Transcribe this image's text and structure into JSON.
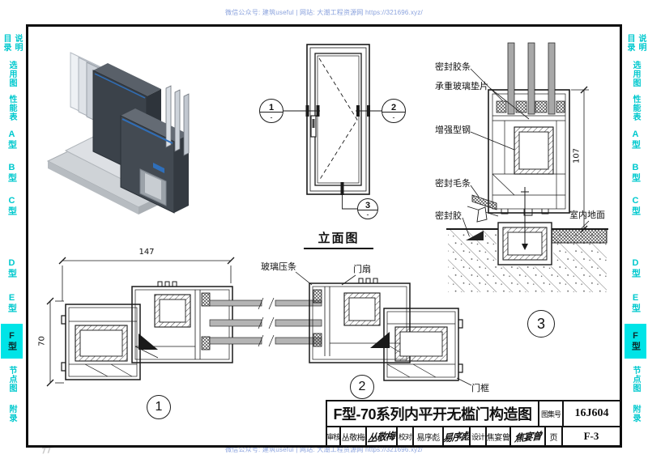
{
  "watermarks": {
    "top": "微信公众号: 建筑useful | 网站: 大潮工程资源网 https://321696.xyz/",
    "bottom": "微信公众号: 建筑useful | 网站: 大潮工程资源网 https://321696.xyz/"
  },
  "logo_mark": "#",
  "sidebar": {
    "items": [
      {
        "label": "目录",
        "active": false
      },
      {
        "label": "说明",
        "active": false
      },
      {
        "label": "选用图",
        "active": false
      },
      {
        "label": "性能表",
        "active": false
      },
      {
        "label": "A型",
        "active": false
      },
      {
        "label": "B型",
        "active": false
      },
      {
        "label": "C型",
        "active": false
      },
      {
        "label": "D型",
        "active": false
      },
      {
        "label": "E型",
        "active": false
      },
      {
        "label": "F型",
        "active": true
      },
      {
        "label": "节点图",
        "active": false
      },
      {
        "label": "附录",
        "active": false
      }
    ]
  },
  "elevation": {
    "title": "立面图",
    "callout_1": "1",
    "callout_2": "2",
    "callout_3": "3",
    "callout_denominator": "-"
  },
  "detail_3": {
    "callout": "3",
    "dim_height": "107",
    "labels": {
      "seal_strip": "密封胶条",
      "glass_setting_block": "承重玻璃垫片",
      "reinforcing_steel": "增强型钢",
      "weather_pile": "密封毛条",
      "sealant": "密封胶",
      "indoor_floor": "室内地面"
    }
  },
  "sections": {
    "dim_width": "147",
    "dim_height": "70",
    "glass_bead_label": "玻璃压条",
    "door_leaf_label": "门扇",
    "door_frame_label": "门框",
    "callout_1": "1",
    "callout_2": "2"
  },
  "title_block": {
    "title": "F型-70系列内平开无槛门构造图",
    "atlas_label": "图集号",
    "atlas_number": "16J604",
    "page_label": "页",
    "page_number": "F-3",
    "reviewer_label": "审核",
    "reviewer_name": "丛敬梅",
    "reviewer_signature": "丛敬梅",
    "checker_label": "校对",
    "checker_name": "易序彪",
    "checker_signature": "易序彪",
    "designer_label": "设计",
    "designer_name": "焦宴曾",
    "designer_signature": "焦宴曾"
  },
  "colors": {
    "tab_cyan": "#00c9ce",
    "active_tab_bg": "#00e4e7",
    "watermark_blue": "#8aa2dd"
  }
}
